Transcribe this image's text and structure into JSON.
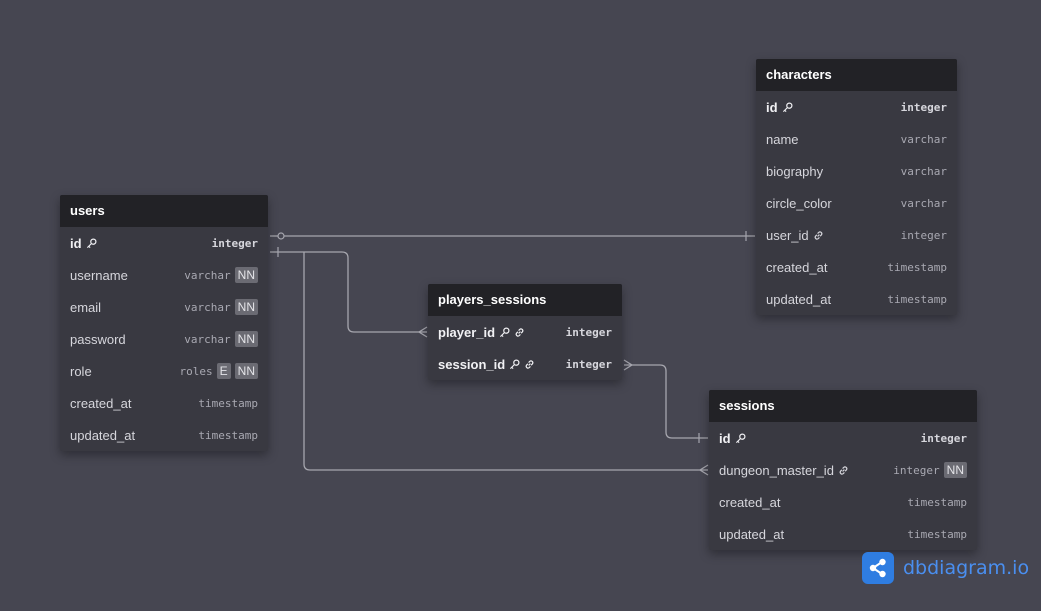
{
  "tables": {
    "users": {
      "title": "users",
      "fields": [
        {
          "name": "id",
          "type": "integer",
          "pk": true,
          "icons": [
            "key-icon"
          ],
          "badges": []
        },
        {
          "name": "username",
          "type": "varchar",
          "pk": false,
          "icons": [],
          "badges": [
            "NN"
          ]
        },
        {
          "name": "email",
          "type": "varchar",
          "pk": false,
          "icons": [],
          "badges": [
            "NN"
          ]
        },
        {
          "name": "password",
          "type": "varchar",
          "pk": false,
          "icons": [],
          "badges": [
            "NN"
          ]
        },
        {
          "name": "role",
          "type": "roles",
          "pk": false,
          "icons": [],
          "badges": [
            "E",
            "NN"
          ]
        },
        {
          "name": "created_at",
          "type": "timestamp",
          "pk": false,
          "icons": [],
          "badges": []
        },
        {
          "name": "updated_at",
          "type": "timestamp",
          "pk": false,
          "icons": [],
          "badges": []
        }
      ]
    },
    "characters": {
      "title": "characters",
      "fields": [
        {
          "name": "id",
          "type": "integer",
          "pk": true,
          "icons": [
            "key-icon"
          ],
          "badges": []
        },
        {
          "name": "name",
          "type": "varchar",
          "pk": false,
          "icons": [],
          "badges": []
        },
        {
          "name": "biography",
          "type": "varchar",
          "pk": false,
          "icons": [],
          "badges": []
        },
        {
          "name": "circle_color",
          "type": "varchar",
          "pk": false,
          "icons": [],
          "badges": []
        },
        {
          "name": "user_id",
          "type": "integer",
          "pk": false,
          "icons": [
            "link-icon"
          ],
          "badges": []
        },
        {
          "name": "created_at",
          "type": "timestamp",
          "pk": false,
          "icons": [],
          "badges": []
        },
        {
          "name": "updated_at",
          "type": "timestamp",
          "pk": false,
          "icons": [],
          "badges": []
        }
      ]
    },
    "players_sessions": {
      "title": "players_sessions",
      "fields": [
        {
          "name": "player_id",
          "type": "integer",
          "pk": true,
          "icons": [
            "key-icon",
            "link-icon"
          ],
          "badges": []
        },
        {
          "name": "session_id",
          "type": "integer",
          "pk": true,
          "icons": [
            "key-icon",
            "link-icon"
          ],
          "badges": []
        }
      ]
    },
    "sessions": {
      "title": "sessions",
      "fields": [
        {
          "name": "id",
          "type": "integer",
          "pk": true,
          "icons": [
            "key-icon"
          ],
          "badges": []
        },
        {
          "name": "dungeon_master_id",
          "type": "integer",
          "pk": false,
          "icons": [
            "link-icon"
          ],
          "badges": [
            "NN"
          ]
        },
        {
          "name": "created_at",
          "type": "timestamp",
          "pk": false,
          "icons": [],
          "badges": []
        },
        {
          "name": "updated_at",
          "type": "timestamp",
          "pk": false,
          "icons": [],
          "badges": []
        }
      ]
    }
  },
  "relationships": [
    {
      "from_table": "users",
      "from_field": "id",
      "to_table": "characters",
      "to_field": "user_id",
      "from_marker": "zero-or-one",
      "to_marker": "one"
    },
    {
      "from_table": "users",
      "from_field": "id",
      "to_table": "players_sessions",
      "to_field": "player_id",
      "from_marker": "one",
      "to_marker": "many"
    },
    {
      "from_table": "players_sessions",
      "from_field": "session_id",
      "to_table": "sessions",
      "to_field": "id",
      "from_marker": "many",
      "to_marker": "one"
    },
    {
      "from_table": "users",
      "from_field": "id",
      "to_table": "sessions",
      "to_field": "dungeon_master_id",
      "from_marker": "one",
      "to_marker": "many"
    }
  ],
  "brand": {
    "name": "dbdiagram.io",
    "icon": "share-nodes-icon"
  },
  "colors": {
    "background": "#464651",
    "table_body": "#393941",
    "table_header": "#222226",
    "connector": "#a6a6ae",
    "brand": "#4a8ff0"
  }
}
